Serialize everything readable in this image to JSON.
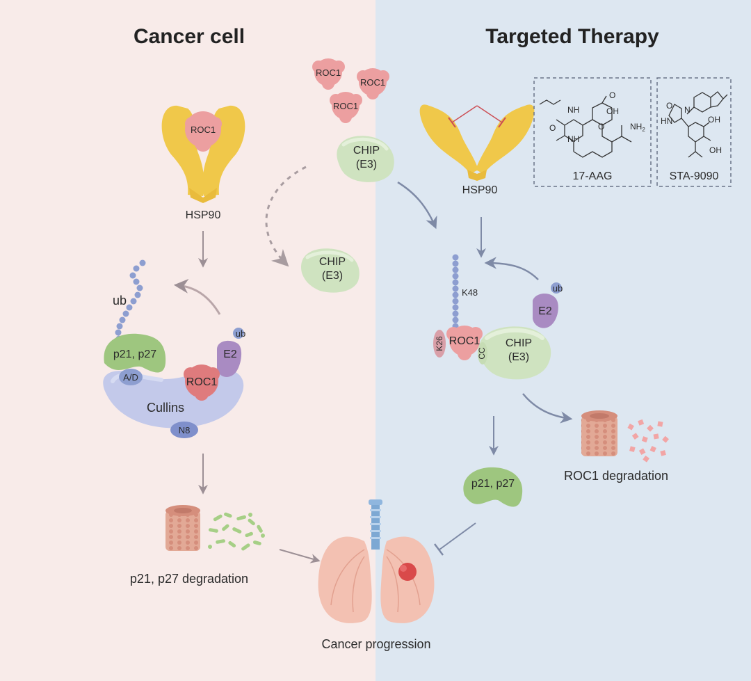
{
  "titles": {
    "left": "Cancer cell",
    "right": "Targeted Therapy"
  },
  "labels": {
    "roc1": "ROC1",
    "hsp90": "HSP90",
    "chip": "CHIP",
    "e3": "(E3)",
    "ub": "ub",
    "p21_p27": "p21, p27",
    "a_d": "A/D",
    "e2": "E2",
    "cullins": "Cullins",
    "n8": "N8",
    "k48": "K48",
    "k26": "K26",
    "cc": "CC",
    "nh2": "NH",
    "nh2_sub": "2",
    "p21_p27_degradation": "p21, p27 degradation",
    "roc1_degradation": "ROC1 degradation",
    "cancer_progression": "Cancer progression"
  },
  "inhibitors": {
    "drug1": "17-AAG",
    "drug2": "STA-9090"
  },
  "colors": {
    "left_bg": "#f8ebe9",
    "right_bg": "#dde7f1",
    "hsp90": "#f0c84a",
    "roc1": "#ec9fa0",
    "roc1_dark": "#df7b7d",
    "chip": "#cfe3c0",
    "ub": "#8d9ed0",
    "e2": "#a98bc2",
    "cullins": "#c3c9ea",
    "p21": "#9ec67f",
    "arrow": "#9c8f95",
    "arrow_blue": "#7e8aa6",
    "inhibit": "#cc4f55"
  }
}
